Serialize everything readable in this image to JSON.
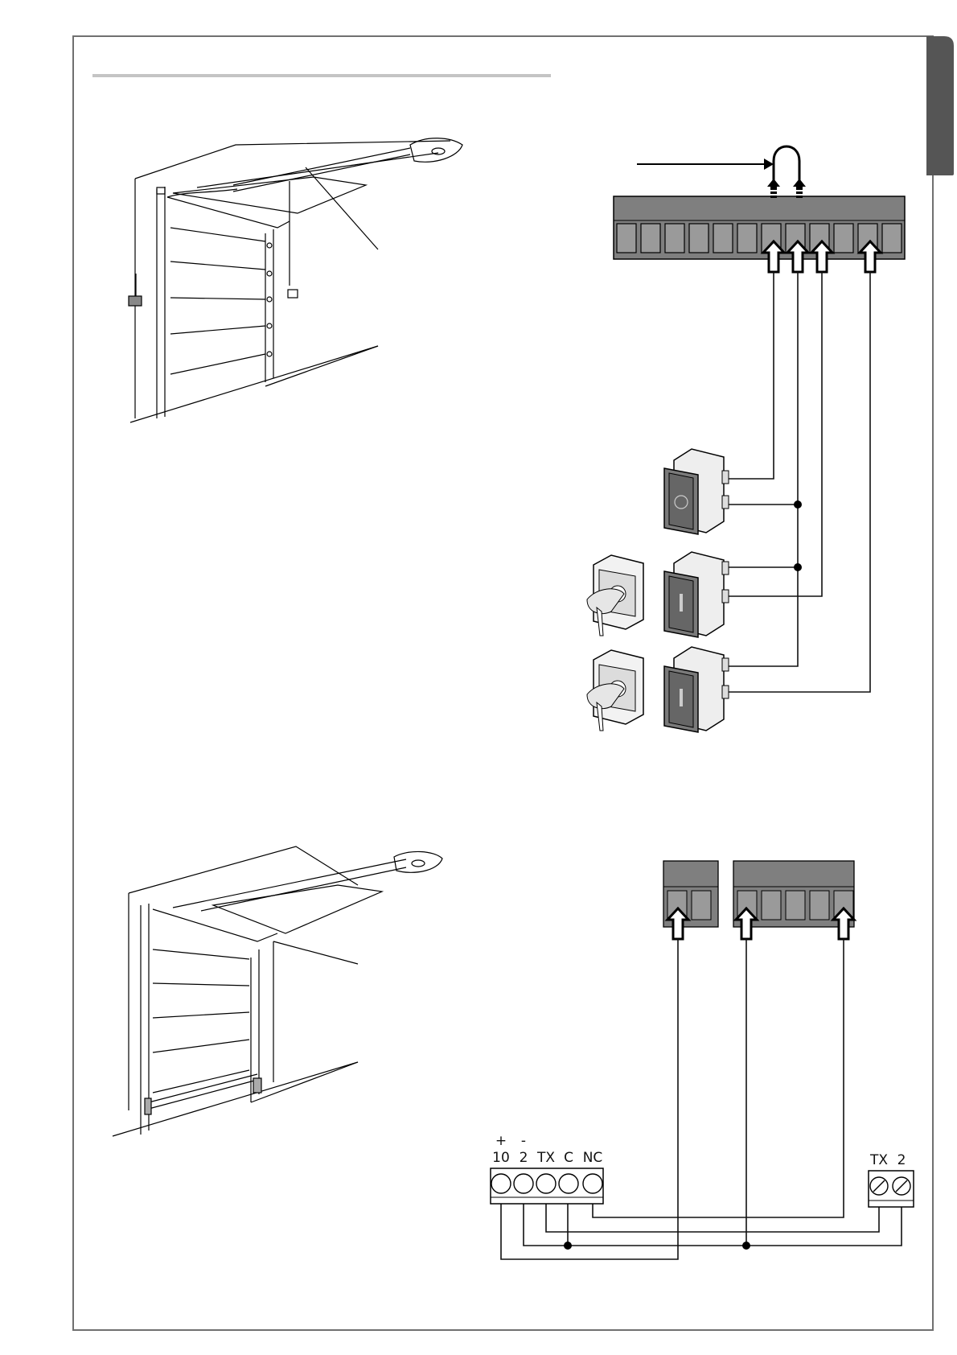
{
  "colors": {
    "frame": "#707070",
    "tab": "#555555",
    "header_rule": "#c4c4c4",
    "terminal_block": "#7f7f7f",
    "wire": "#111111"
  },
  "figure_top": {
    "terminal_count": 12,
    "jumper_positions": [
      7,
      8
    ],
    "wired_positions": [
      7,
      8,
      9,
      11
    ]
  },
  "figure_bottom": {
    "photocell_rx": {
      "polarity": [
        "+",
        "-"
      ],
      "terminals": [
        "10",
        "2",
        "TX",
        "C",
        "NC"
      ]
    },
    "photocell_tx": {
      "terminals": [
        "TX",
        "2"
      ]
    }
  }
}
